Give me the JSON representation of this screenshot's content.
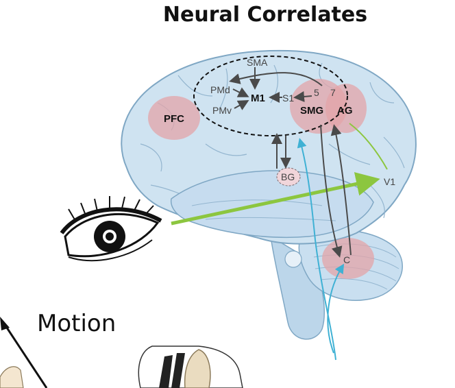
{
  "title": "Neural Correlates",
  "caption": "Motion",
  "regions": {
    "sma": "SMA",
    "pmd": "PMd",
    "pmv": "PMv",
    "m1": "M1",
    "s1": "S1",
    "area5": "5",
    "area7": "7",
    "pfc": "PFC",
    "smg": "SMG",
    "ag": "AG",
    "bg": "BG",
    "v1": "V1",
    "c": "C"
  },
  "colors": {
    "brain_fill": "#cfe3f1",
    "brain_edge": "#7fa7c4",
    "highlight": "#e3a4a8",
    "visual_path": "#8cc63f",
    "sensory_path": "#3fb1d4",
    "motor_path": "#4a4a4a"
  },
  "icons": [
    "eye-icon",
    "hand-icon"
  ]
}
